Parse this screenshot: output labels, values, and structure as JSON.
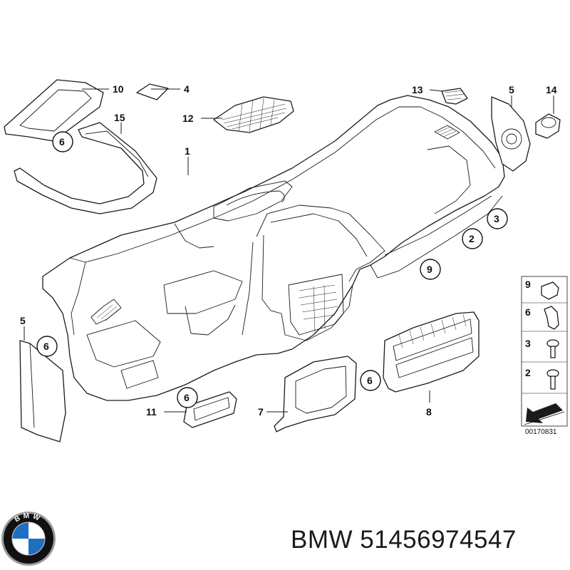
{
  "callouts": {
    "c10": "10",
    "c4": "4",
    "c15": "15",
    "c6a": "6",
    "c12": "12",
    "c13": "13",
    "c5a": "5",
    "c14": "14",
    "c1": "1",
    "c3": "3",
    "c2": "2",
    "c9": "9",
    "c5b": "5",
    "c6b": "6",
    "c6c": "6",
    "c11": "11",
    "c7": "7",
    "c6d": "6",
    "c8": "8"
  },
  "legend": {
    "items": [
      "9",
      "6",
      "3",
      "2"
    ]
  },
  "diagram_code": "00170831",
  "caption": "BMW 51456974547",
  "logo": {
    "name": "bmw-roundel-logo",
    "text": "BMW",
    "colors": {
      "ring": "#111111",
      "blue": "#1f6fc1",
      "white": "#ffffff",
      "rim": "#9a9a9a"
    }
  }
}
